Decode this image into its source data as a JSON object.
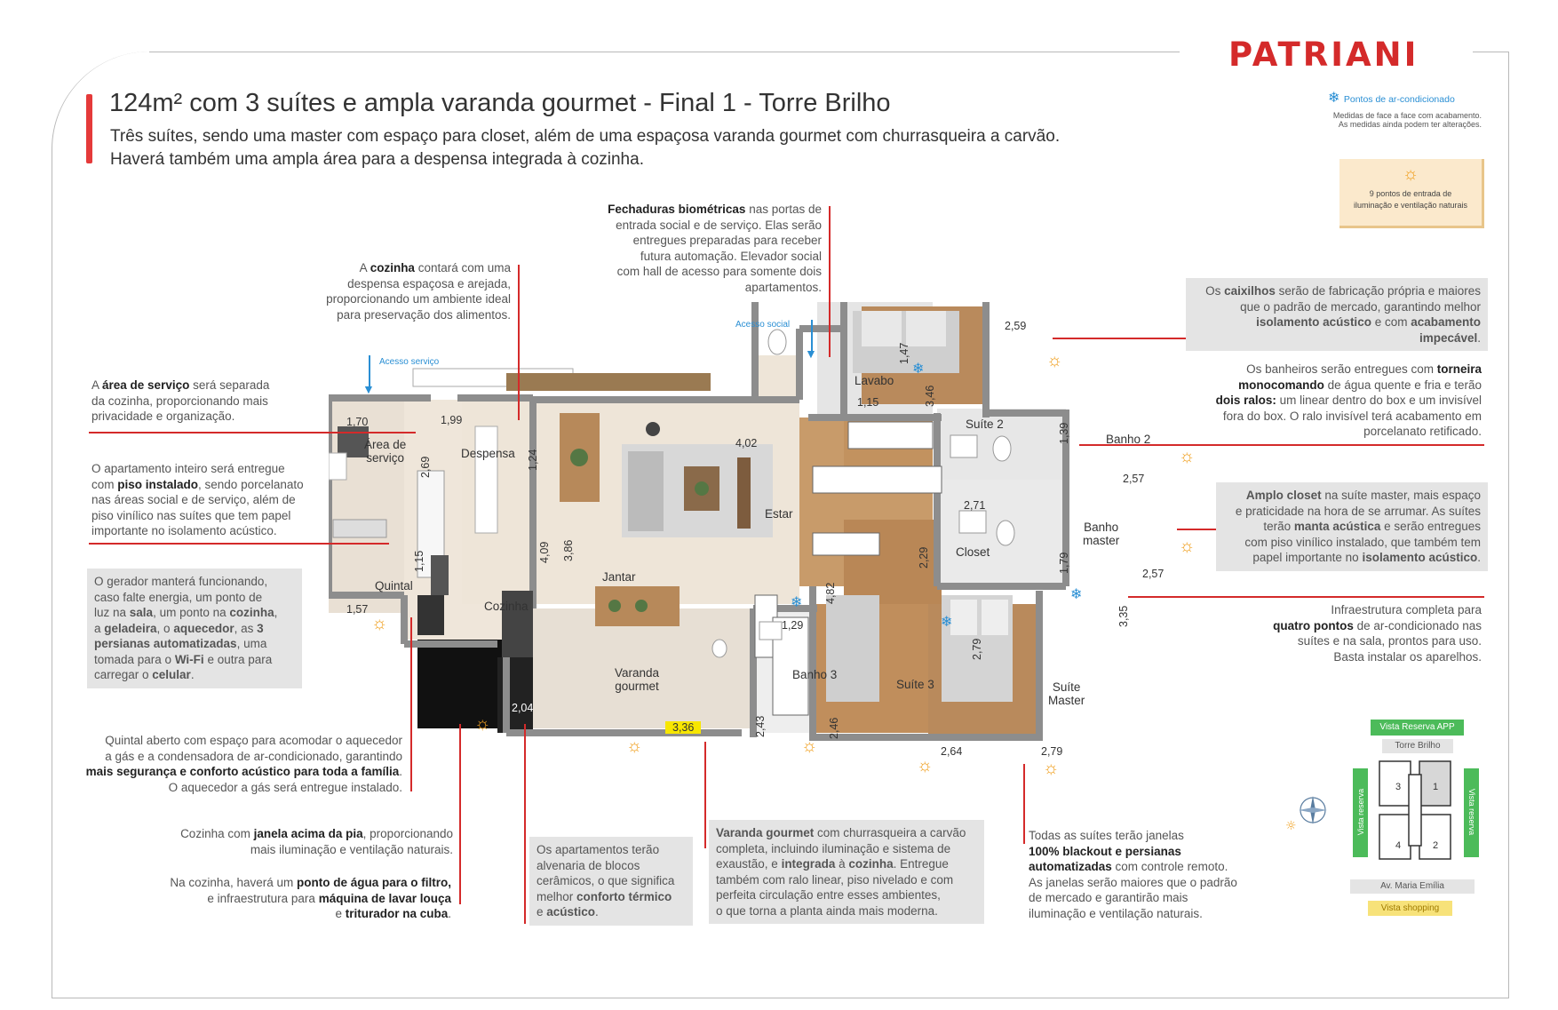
{
  "brand": "PATRIANI",
  "header": {
    "title": "124m² com 3 suítes e ampla varanda gourmet - Final 1 - Torre Brilho",
    "subtitle_line1": "Três suítes, sendo uma master com espaço para closet, além de uma espaçosa varanda gourmet com churrasqueira a carvão.",
    "subtitle_line2": "Haverá também uma ampla área para a despensa integrada à cozinha."
  },
  "legend": {
    "ac_label": "Pontos de ar-condicionado",
    "measure_note1": "Medidas de face a face com acabamento.",
    "measure_note2": "As medidas ainda podem ter alterações.",
    "light_label1": "9 pontos de entrada de",
    "light_label2": "iluminação e ventilação naturais"
  },
  "access": {
    "service": "Acesso serviço",
    "social": "Acesso social"
  },
  "rooms": {
    "area_servico_1": "Área de",
    "area_servico_2": "serviço",
    "despensa": "Despensa",
    "quintal": "Quintal",
    "cozinha": "Cozinha",
    "jantar": "Jantar",
    "estar": "Estar",
    "varanda_1": "Varanda",
    "varanda_2": "gourmet",
    "lavabo": "Lavabo",
    "suite2": "Suíte 2",
    "banho2": "Banho 2",
    "banho_master_1": "Banho",
    "banho_master_2": "master",
    "closet": "Closet",
    "banho3": "Banho 3",
    "suite3": "Suíte 3",
    "suite_master_1": "Suíte",
    "suite_master_2": "Master"
  },
  "dims": {
    "d170": "1,70",
    "d199": "1,99",
    "d269": "2,69",
    "d124": "1,24",
    "d115a": "1,15",
    "d157": "1,57",
    "d409": "4,09",
    "d386": "3,86",
    "d402": "4,02",
    "d482": "4,82",
    "d204": "2,04",
    "d336": "3,36",
    "d243": "2,43",
    "d129": "1,29",
    "d246": "2,46",
    "d147": "1,47",
    "d115b": "1,15",
    "d346": "3,46",
    "d259": "2,59",
    "d139": "1,39",
    "d257a": "2,57",
    "d271": "2,71",
    "d229": "2,29",
    "d179": "1,79",
    "d257b": "2,57",
    "d335": "3,35",
    "d279a": "2,79",
    "d264": "2,64",
    "d279b": "2,79"
  },
  "notes": {
    "area_servico": [
      "A ",
      "área de serviço",
      " será separada",
      "da cozinha, proporcionando mais",
      "privacidade e organização."
    ],
    "piso": [
      "O apartamento inteiro será entregue",
      "com ",
      "piso instalado",
      ", sendo porcelanato",
      "nas áreas social e de serviço, além de",
      "piso vinílico nas suítes que tem papel",
      "importante no isolamento acústico."
    ],
    "gerador": [
      "O gerador manterá funcionando,",
      "caso falte energia, um ponto de",
      "luz na ",
      "sala",
      ", um ponto na ",
      "cozinha",
      ",",
      "a ",
      "geladeira",
      ", o ",
      "aquecedor",
      ", as ",
      "3",
      "persianas automatizadas",
      ", uma",
      "tomada para o ",
      "Wi-Fi",
      " e outra para",
      "carregar o ",
      "celular",
      "."
    ],
    "quintal": [
      "Quintal aberto com espaço para acomodar o aquecedor",
      "a gás e a condensadora de ar-condicionado, garantindo",
      "mais segurança e conforto acústico para toda a família",
      ".",
      "O aquecedor a gás será entregue instalado."
    ],
    "cozinha_janela": [
      "Cozinha com ",
      "janela acima da pia",
      ", proporcionando",
      "mais iluminação e ventilação naturais."
    ],
    "cozinha_agua": [
      "Na cozinha, haverá um ",
      "ponto de água para o filtro,",
      "e infraestrutura para ",
      "máquina de lavar louça",
      "e ",
      "triturador na cuba",
      "."
    ],
    "alvenaria": [
      "Os apartamentos terão",
      "alvenaria de blocos",
      "cerâmicos, o que significa",
      "melhor ",
      "conforto térmico",
      "e ",
      "acústico",
      "."
    ],
    "varanda": [
      "Varanda gourmet",
      " com churrasqueira a carvão",
      "completa, incluindo iluminação e sistema de",
      "exaustão, e ",
      "integrada",
      " à ",
      "cozinha",
      ". Entregue",
      "também com ralo linear, piso nivelado e com",
      "perfeita circulação entre esses ambientes,",
      "o que torna a planta ainda mais moderna."
    ],
    "janelas": [
      "Todas as suítes terão janelas",
      "100% blackout e persianas",
      "automatizadas",
      " com controle remoto.",
      "As janelas serão maiores que o padrão",
      "de mercado e garantirão mais",
      "iluminação e ventilação naturais."
    ],
    "cozinha_despensa": [
      "A ",
      "cozinha",
      " contará com uma",
      "despensa espaçosa e arejada,",
      "proporcionando um ambiente ideal",
      "para preservação dos alimentos."
    ],
    "fechaduras": [
      "Fechaduras biométricas",
      " nas portas de",
      "entrada social e de serviço. Elas serão",
      "entregues preparadas para receber",
      "futura automação. Elevador social",
      "com hall de acesso para somente dois",
      "apartamentos."
    ],
    "caixilhos": [
      "Os ",
      "caixilhos",
      " serão de fabricação própria e maiores",
      "que o padrão de mercado, garantindo melhor",
      "isolamento acústico",
      " e com ",
      "acabamento impecável",
      "."
    ],
    "banheiros": [
      "Os banheiros serão entregues com ",
      "torneira",
      "monocomando",
      " de água quente e fria e terão",
      "dois ralos:",
      " um linear dentro do box e um invisível",
      "fora do box. O ralo invisível terá acabamento em",
      "porcelanato retificado."
    ],
    "closet": [
      "Amplo closet",
      " na suíte master, mais espaço",
      "e praticidade na hora de se arrumar. As suítes",
      "terão ",
      "manta acústica",
      " e serão entregues",
      "com piso vinílico instalado, que também tem",
      "papel importante no ",
      "isolamento acústico",
      "."
    ],
    "infra": [
      "Infraestrutura completa para",
      "quatro pontos",
      " de ar-condicionado nas",
      "suítes e na sala, prontos para uso.",
      "Basta instalar os aparelhos."
    ]
  },
  "site_map": {
    "vista_app": "Vista Reserva APP",
    "torre": "Torre Brilho",
    "vista_reserva_left": "Vista reserva",
    "vista_reserva_right": "Vista reserva",
    "av": "Av. Maria Emília",
    "vista_shopping": "Vista shopping",
    "t1": "1",
    "t2": "2",
    "t3": "3",
    "t4": "4"
  },
  "colors": {
    "brand_red": "#d42a2a",
    "ac_blue": "#2a8fd4",
    "sun": "#f0a020",
    "green": "#4cbb5a",
    "yellow_tag": "#f7e27a"
  }
}
